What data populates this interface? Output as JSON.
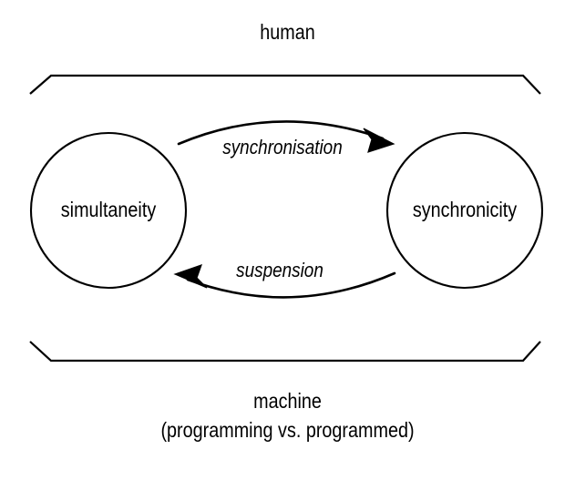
{
  "diagram": {
    "title_top": "human",
    "title_bottom": "machine",
    "title_bottom_sub": "(programming vs. programmed)",
    "nodes": [
      {
        "id": "simultaneity",
        "label": "simultaneity"
      },
      {
        "id": "synchronicity",
        "label": "synchronicity"
      }
    ],
    "edges": [
      {
        "id": "top",
        "label": "synchronisation",
        "from": "simultaneity",
        "to": "synchronicity"
      },
      {
        "id": "bottom",
        "label": "suspension",
        "from": "synchronicity",
        "to": "simultaneity"
      }
    ],
    "colors": {
      "stroke": "#000000",
      "background": "#ffffff",
      "text": "#000000"
    }
  }
}
